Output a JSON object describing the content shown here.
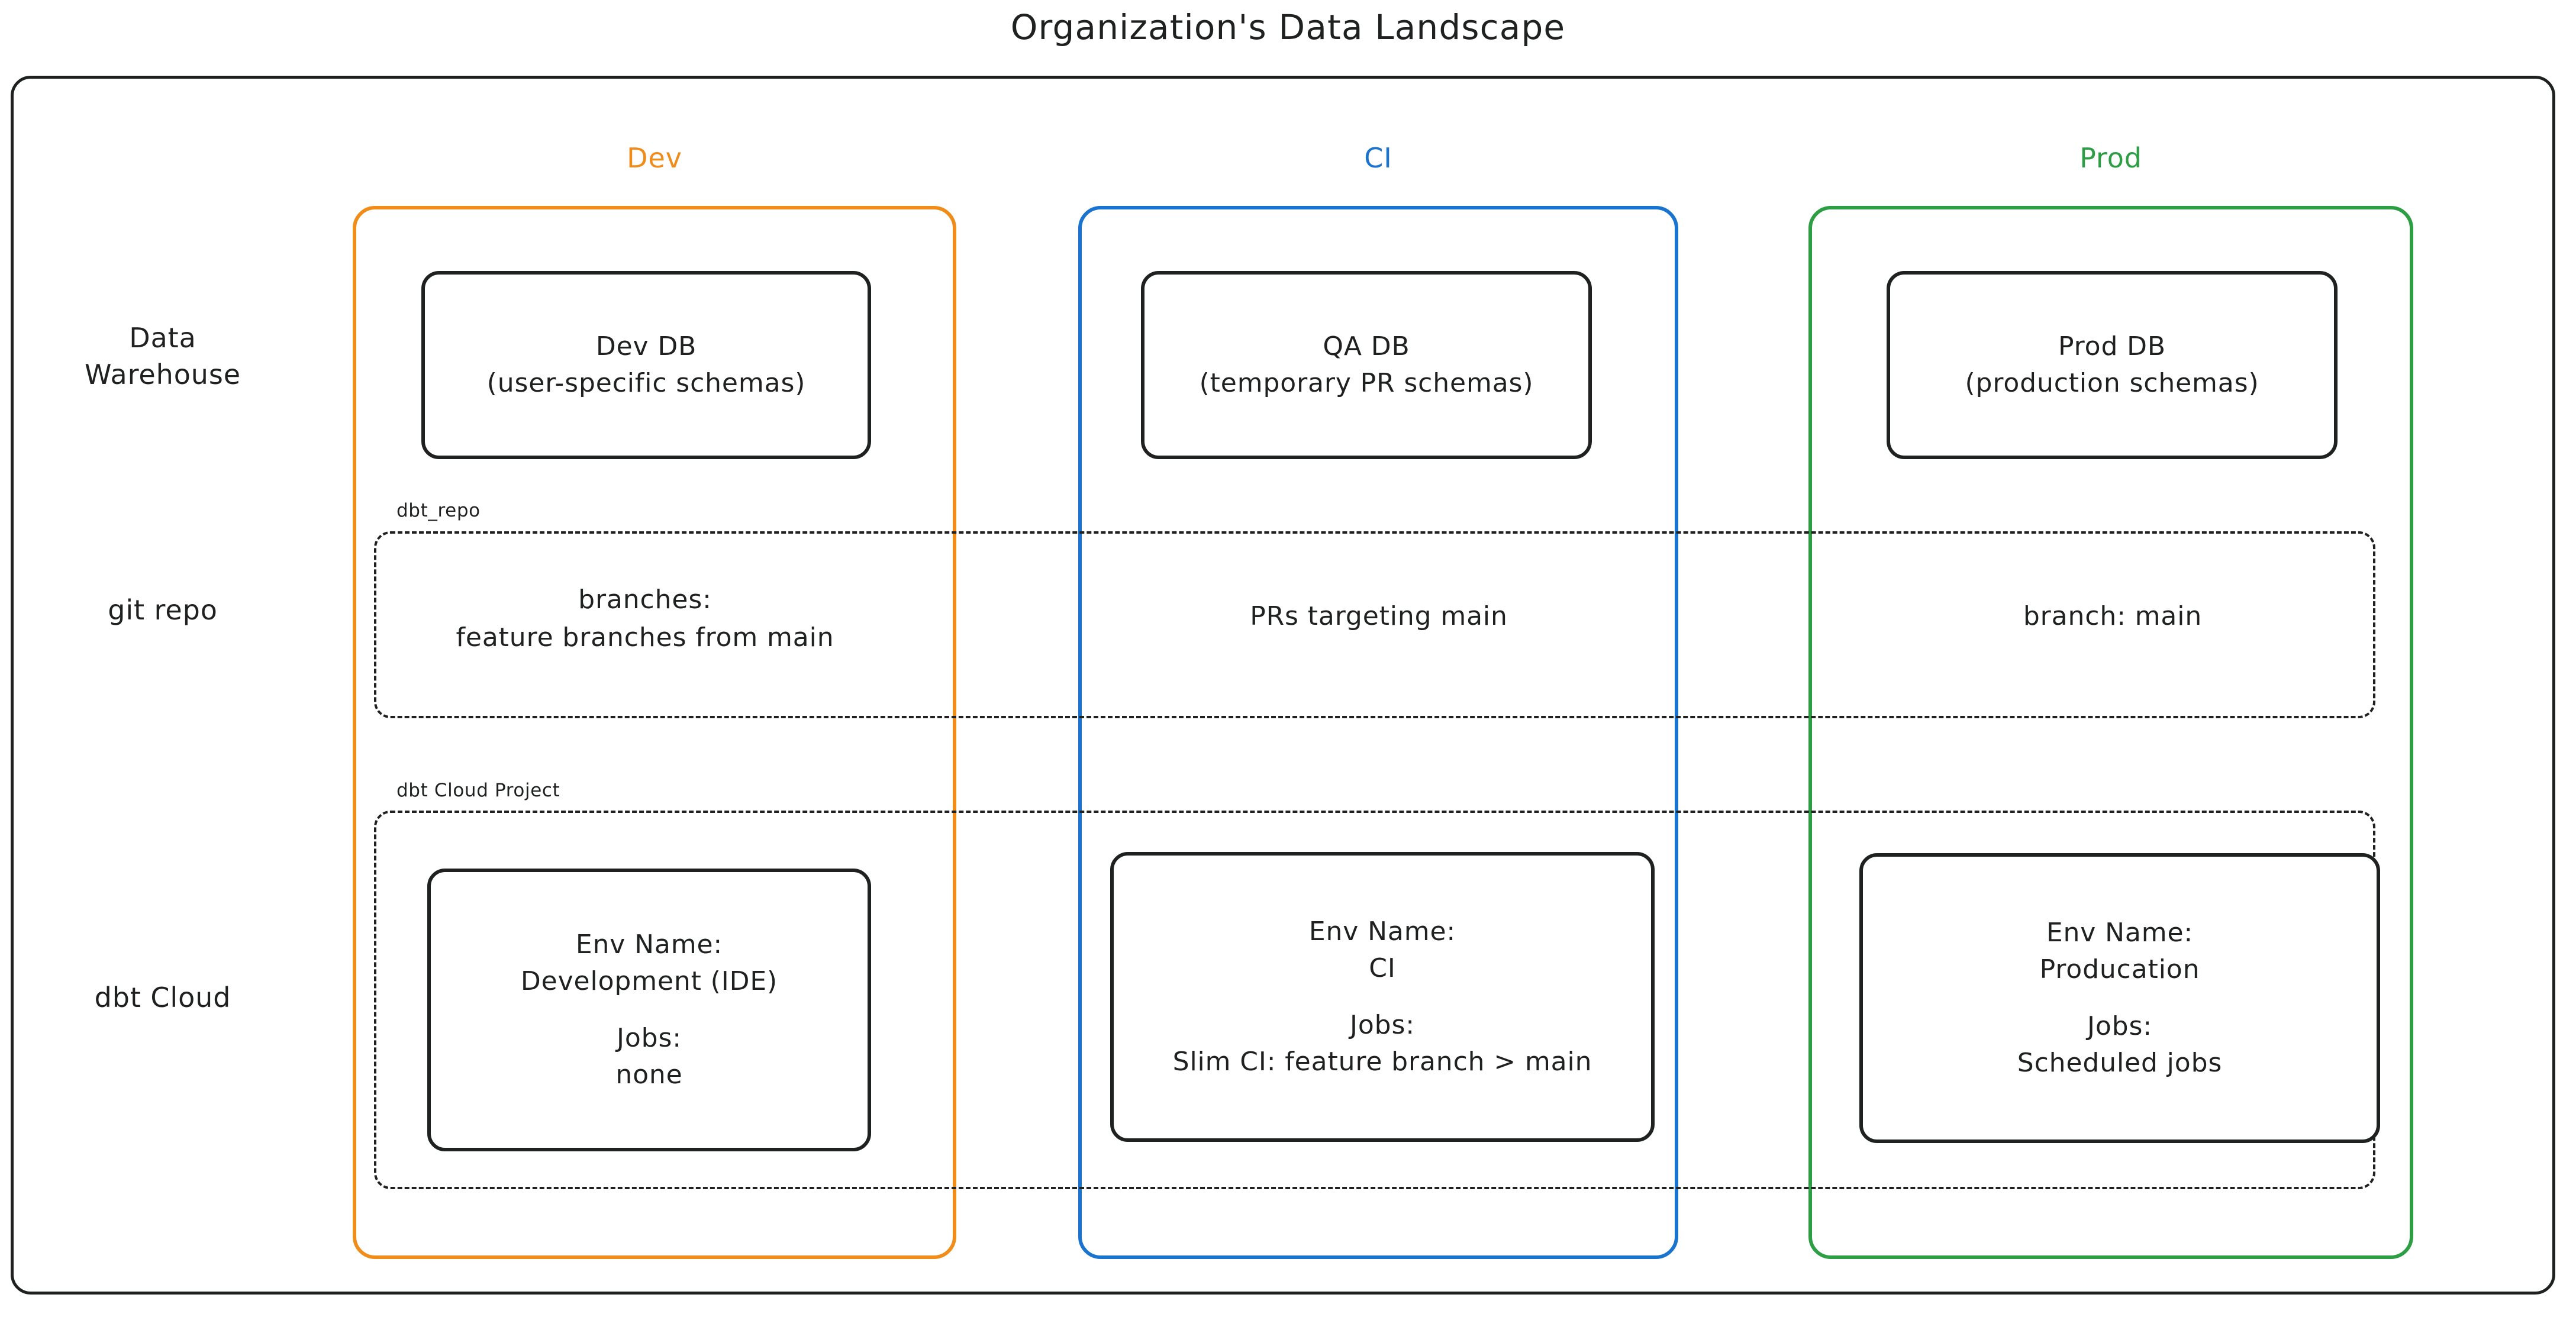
{
  "title": "Organization's Data Landscape",
  "colors": {
    "dev": "#ef8c1a",
    "ci": "#1a73cd",
    "prod": "#2d9e44",
    "stroke": "#1f2020",
    "background": "#ffffff"
  },
  "row_labels": {
    "data_warehouse": "Data\nWarehouse",
    "git_repo": "git repo",
    "dbt_cloud": "dbt Cloud"
  },
  "environments": [
    {
      "key": "dev",
      "label": "Dev",
      "color": "#ef8c1a"
    },
    {
      "key": "ci",
      "label": "CI",
      "color": "#1a73cd"
    },
    {
      "key": "prod",
      "label": "Prod",
      "color": "#2d9e44"
    }
  ],
  "groups": {
    "dbt_repo": {
      "label": "dbt_repo"
    },
    "dbt_cloud_project": {
      "label": "dbt Cloud Project"
    }
  },
  "data_warehouse_row": {
    "dev": {
      "name": "Dev DB",
      "detail": "(user-specific schemas)"
    },
    "ci": {
      "name": "QA DB",
      "detail": "(temporary PR schemas)"
    },
    "prod": {
      "name": "Prod DB",
      "detail": "(production schemas)"
    }
  },
  "git_repo_row": {
    "dev": "branches:\nfeature branches from main",
    "ci": "PRs targeting main",
    "prod": "branch: main"
  },
  "dbt_cloud_row": {
    "dev": {
      "env_name_label": "Env Name:",
      "env_name_value": "Development (IDE)",
      "jobs_label": "Jobs:",
      "jobs_value": "none"
    },
    "ci": {
      "env_name_label": "Env Name:",
      "env_name_value": "CI",
      "jobs_label": "Jobs:",
      "jobs_value": "Slim CI: feature branch > main"
    },
    "prod": {
      "env_name_label": "Env Name:",
      "env_name_value": "Producation",
      "jobs_label": "Jobs:",
      "jobs_value": "Scheduled jobs"
    }
  }
}
